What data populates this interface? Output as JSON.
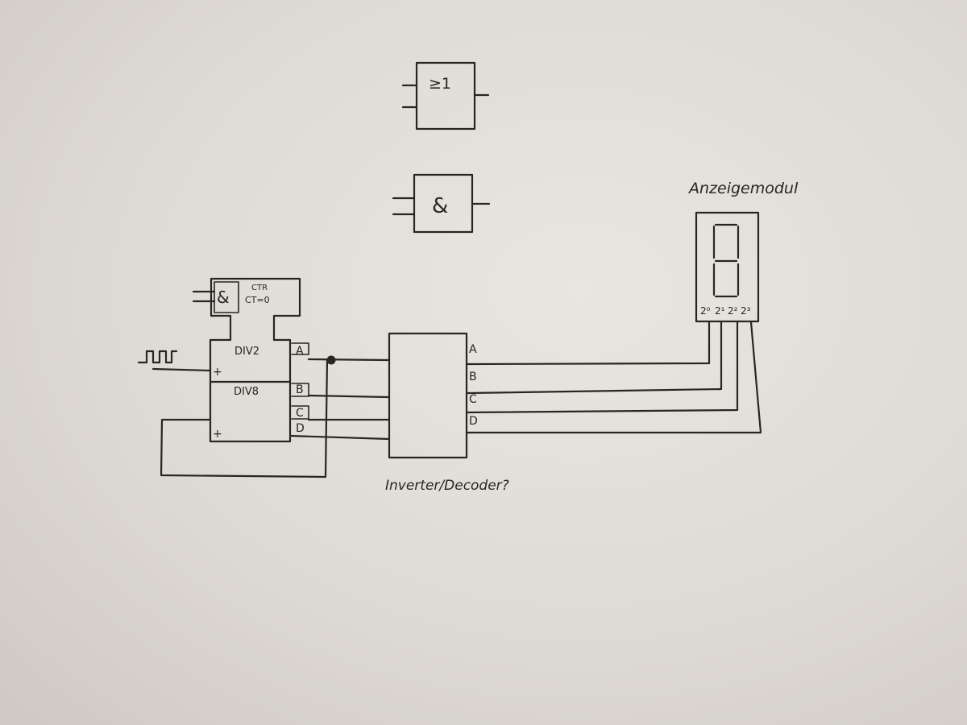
{
  "gates": {
    "or_symbol": "≥1",
    "and_symbol": "&"
  },
  "counter": {
    "and_symbol": "&",
    "ctr_label": "CTR",
    "ct_label": "CT=0",
    "div1_label": "DIV2",
    "div2_label": "DIV8",
    "clock_plus": "+",
    "feedback_plus": "+",
    "out_a": "A",
    "out_b": "B",
    "out_c": "C",
    "out_d": "D"
  },
  "decoder": {
    "caption": "Inverter/Decoder?",
    "out_a": "A",
    "out_b": "B",
    "out_c": "C",
    "out_d": "D"
  },
  "display": {
    "title": "Anzeigemodul",
    "bit_labels": [
      "2⁰",
      "2¹",
      "2²",
      "2³"
    ]
  }
}
